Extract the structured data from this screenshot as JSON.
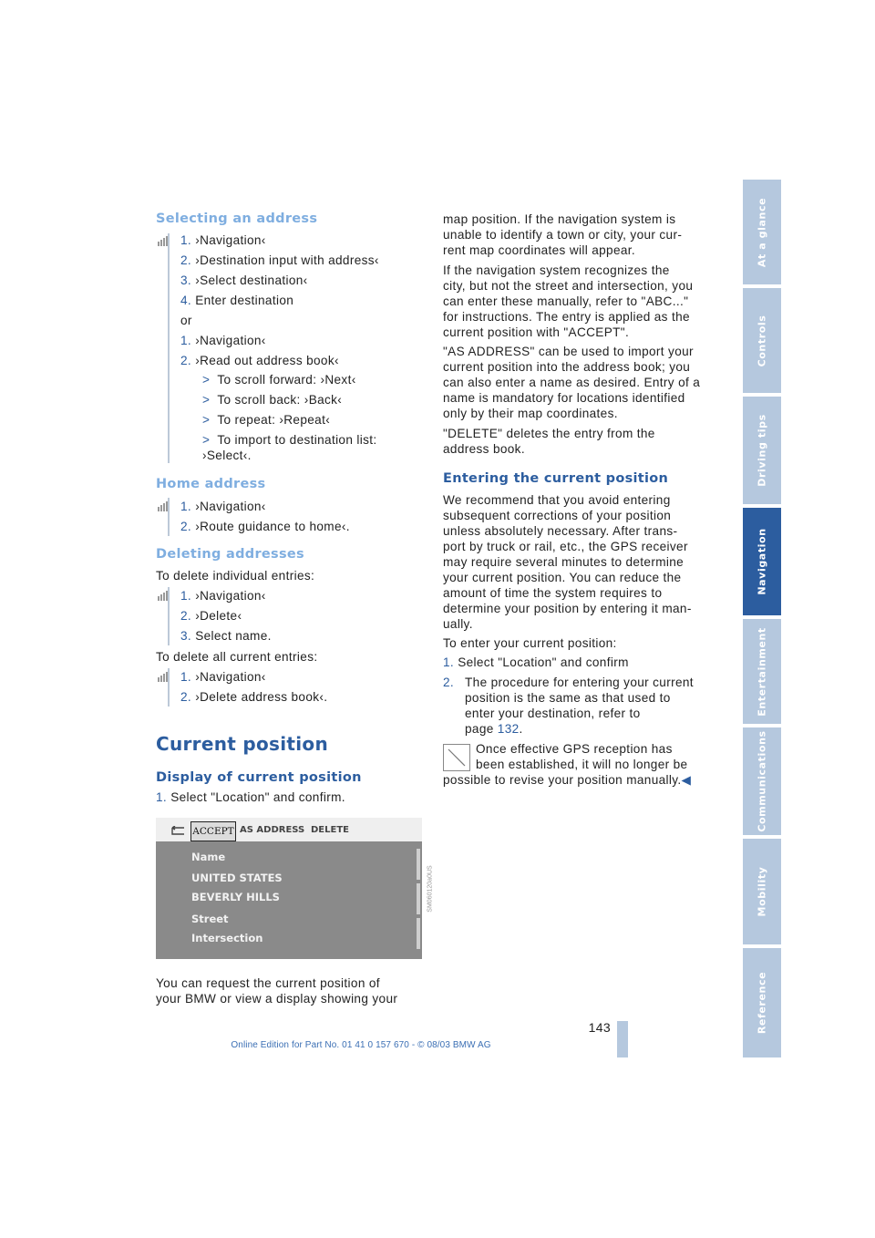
{
  "sidebar": {
    "tabs": [
      "At a glance",
      "Controls",
      "Driving tips",
      "Navigation",
      "Entertainment",
      "Communications",
      "Mobility",
      "Reference"
    ],
    "active": "Navigation"
  },
  "left": {
    "sel_heading": "Selecting an address",
    "sel_steps": [
      {
        "n": "1.",
        "t": "›Navigation‹"
      },
      {
        "n": "2.",
        "t": "›Destination input with address‹"
      },
      {
        "n": "3.",
        "t": "›Select destination‹"
      },
      {
        "n": "4.",
        "t": "Enter destination"
      }
    ],
    "or": "or",
    "sel_steps2": [
      {
        "n": "1.",
        "t": "›Navigation‹"
      },
      {
        "n": "2.",
        "t": "›Read out address book‹"
      }
    ],
    "sel_bullets": [
      "To scroll forward: ›Next‹",
      "To scroll back: ›Back‹",
      "To repeat: ›Repeat‹",
      "To import to destination list:"
    ],
    "sel_select": "›Select‹.",
    "home_heading": "Home address",
    "home_steps": [
      {
        "n": "1.",
        "t": "›Navigation‹"
      },
      {
        "n": "2.",
        "t": "›Route guidance to home‹."
      }
    ],
    "del_heading": "Deleting addresses",
    "del_intro": "To delete individual entries:",
    "del_steps": [
      {
        "n": "1.",
        "t": "›Navigation‹"
      },
      {
        "n": "2.",
        "t": "›Delete‹"
      },
      {
        "n": "3.",
        "t": "Select name."
      }
    ],
    "delall_intro": "To delete all current entries:",
    "delall_steps": [
      {
        "n": "1.",
        "t": "›Navigation‹"
      },
      {
        "n": "2.",
        "t": "›Delete address book‹."
      }
    ],
    "cp_title": "Current position",
    "disp_heading": "Display of current position",
    "disp_step": {
      "n": "1.",
      "t": "Select \"Location\" and confirm."
    },
    "screen": {
      "options": [
        "ACCEPT",
        "AS ADDRESS",
        "DELETE"
      ],
      "items": [
        "Name",
        "UNITED STATES",
        "BEVERLY HILLS",
        "Street",
        "Intersection"
      ],
      "code": "SM060120a0US"
    },
    "after_screen": [
      "You can request the current position of",
      "your BMW or view a display showing your"
    ]
  },
  "right": {
    "p1": [
      "map position. If the navigation system is",
      "unable to identify a town or city, your cur-",
      "rent map coordinates will appear."
    ],
    "p2": [
      "If the navigation system recognizes the",
      "city, but not the street and intersection, you",
      "can enter these manually, refer to \"ABC...\"",
      "for instructions. The entry is applied as the",
      "current position with \"ACCEPT\"."
    ],
    "p3": [
      "\"AS ADDRESS\" can be used to import your",
      "current position into the address book; you",
      "can also enter a name as desired. Entry of a",
      "name is mandatory for locations identified",
      "only by their map coordinates."
    ],
    "p4": [
      "\"DELETE\" deletes the entry from the",
      "address book."
    ],
    "enter_heading": "Entering the current position",
    "p5": [
      "We recommend that you avoid entering",
      "subsequent corrections of your position",
      "unless absolutely necessary. After trans-",
      "port by truck or rail, etc., the GPS receiver",
      "may require several minutes to determine",
      "your current position. You can reduce the",
      "amount of time the system requires to",
      "determine your position by entering it man-",
      "ually."
    ],
    "p6": "To enter your current position:",
    "s1": {
      "n": "1.",
      "t": "Select \"Location\" and confirm"
    },
    "s2": {
      "n": "2.",
      "lines": [
        "The procedure for entering your current",
        "position is the same as that used to",
        "enter your destination, refer to"
      ],
      "page_pre": "page ",
      "page": "132",
      "page_post": "."
    },
    "note": [
      "Once effective GPS reception has",
      "been established, it will no longer be",
      "possible to revise your position manually."
    ],
    "note_end": "◀"
  },
  "footer": {
    "page_number": "143",
    "edition": "Online Edition for Part No. 01 41 0 157 670 - © 08/03 BMW AG"
  },
  "colors": {
    "accent": "#2c5d9f",
    "heading_light": "#7faee0",
    "tab": "#b5c8de",
    "footer_text": "#3b6fb4"
  }
}
